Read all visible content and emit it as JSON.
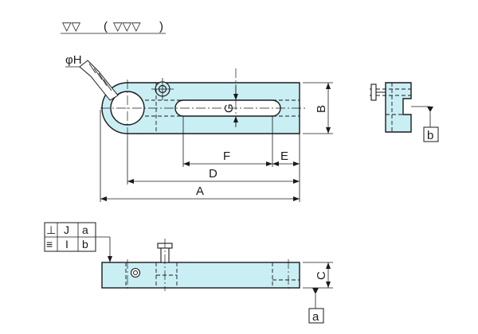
{
  "surface_finish": {
    "base_symbol": "▽▽",
    "bracket_open": "(",
    "bracket_symbol": "▽▽▽",
    "bracket_close": ")"
  },
  "dimensions": {
    "A": "A",
    "B": "B",
    "C": "C",
    "D": "D",
    "E": "E",
    "F": "F",
    "G": "G",
    "H": "φH"
  },
  "datum_refs": {
    "a": "a",
    "b": "b"
  },
  "tolerance_frame": {
    "row1": [
      "⊥",
      "J",
      "a"
    ],
    "row2": [
      "≡",
      "I",
      "b"
    ]
  },
  "colors": {
    "part_fill": "#c9eef4",
    "line": "#1a1a1a"
  }
}
